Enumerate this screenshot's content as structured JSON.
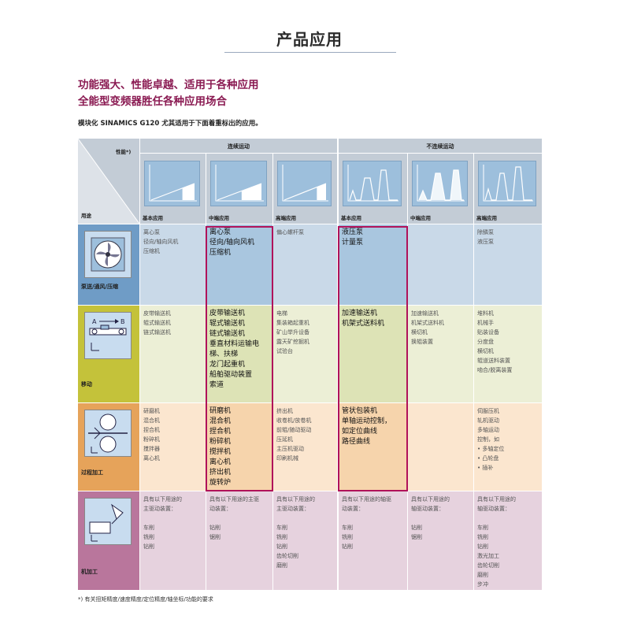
{
  "page": {
    "title": "产品应用",
    "headline1": "功能强大、性能卓越、适用于各种应用",
    "headline2": "全能型变频器胜任各种应用场合",
    "intro": "模块化 SINAMICS G120 尤其适用于下面着重标出的应用。",
    "footnote": "*) 有关扭矩精度/速度精度/定位精度/轴坐标/功能的要求"
  },
  "header": {
    "performance_label": "性能*)",
    "usage_label": "用途",
    "group_continuous": "连续运动",
    "group_discontinuous": "不连续运动",
    "levels": [
      "基本应用",
      "中端应用",
      "高端应用",
      "基本应用",
      "中端应用",
      "高端应用"
    ]
  },
  "rows": [
    {
      "label": "泵送/通风/压缩",
      "cells": [
        "离心泵\n径向/轴向风机\n压缩机",
        "离心泵\n径向/轴向风机\n压缩机",
        "偏心螺杆泵",
        "液压泵\n计量泵",
        "",
        "除鳞泵\n液压泵"
      ]
    },
    {
      "label": "移动",
      "cells": [
        "皮带输送机\n辊式输送机\n链式输送机",
        "皮带输送机\n辊式输送机\n链式输送机\n垂直材料运输电\n梯、扶梯\n龙门起重机\n船舶驱动装置\n索道",
        "电梯\n集装箱起重机\n矿山举升设备\n露天矿挖掘机\n试验台",
        "加速输送机\n机架式送料机",
        "加速输送机\n机架式送料机\n横切机\n换辊装置",
        "堆料机\n机械手\n贴装设备\n分度盘\n横切机\n辊道送料装置\n啮合/脱离装置"
      ]
    },
    {
      "label": "过程加工",
      "cells": [
        "研磨机\n混合机\n捏合机\n粉碎机\n搅拌器\n离心机",
        "研磨机\n混合机\n捏合机\n粉碎机\n搅拌机\n离心机\n挤出机\n旋转炉",
        "挤出机\n收卷机/放卷机\n前辊/随动驱动\n压延机\n主压机驱动\n印刷机械",
        "管状包装机\n单轴运动控制，\n如定位曲线\n路径曲线",
        "",
        "伺服压机\n轧机驱动\n多轴运动\n控制，如\n• 多轴定位\n• 凸轮盘\n• 插补"
      ]
    },
    {
      "label": "机加工",
      "cells": [
        "具有以下用途的\n主驱动装置：\n\n车削\n铣削\n钻削",
        "具有以下用途的主驱\n动装置：\n\n钻削\n锯削",
        "具有以下用途的\n主驱动装置：\n\n车削\n铣削\n钻削\n齿轮切削\n磨削",
        "具有以下用途的轴驱\n动装置：\n\n车削\n铣削\n钻削",
        "具有以下用途的\n轴驱动装置：\n\n钻削\n锯削",
        "具有以下用途的\n轴驱动装置：\n\n车削\n铣削\n钻削\n激光加工\n齿轮切削\n磨削\n步冲"
      ]
    }
  ],
  "colors": {
    "title_accent": "#8a1a52",
    "highlight_frame": "#b0125a",
    "header_bg": "#c3ccd6",
    "row1_bg": "#c9d9e8",
    "row2_bg": "#ecefd6",
    "row3_bg": "#fbe6cf",
    "row4_bg": "#e6d2de"
  }
}
